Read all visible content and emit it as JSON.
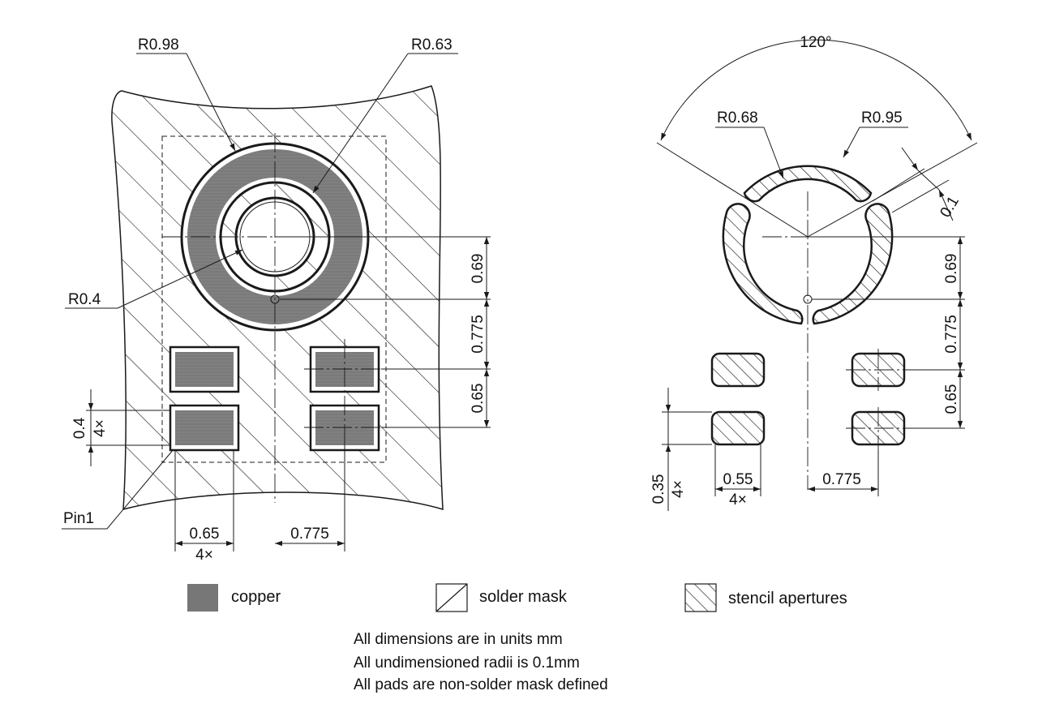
{
  "left_view": {
    "dimensions": {
      "outer_radius": "R0.98",
      "inner_radius": "R0.63",
      "hole_radius": "R0.4",
      "vert_upper": "0.69",
      "vert_middle": "0.775",
      "vert_lower": "0.65",
      "pad_height": "0.4",
      "pad_height_count": "4×",
      "pad_width": "0.65",
      "pad_width_count": "4×",
      "pad_pitch_x": "0.775",
      "pin1": "Pin1"
    }
  },
  "right_view": {
    "dimensions": {
      "angle": "120°",
      "inner_radius": "R0.68",
      "outer_radius": "R0.95",
      "gap": "0.1",
      "vert_upper": "0.69",
      "vert_middle": "0.775",
      "vert_lower": "0.65",
      "pad_height": "0.35",
      "pad_height_count": "4×",
      "pad_width": "0.55",
      "pad_width_count": "4×",
      "pad_pitch_x": "0.775"
    }
  },
  "legend": [
    {
      "label": "copper",
      "color": "#777777"
    },
    {
      "label": "solder mask"
    },
    {
      "label": "stencil apertures"
    }
  ],
  "notes": [
    "All dimensions are in units mm",
    "All undimensioned radii is 0.1mm",
    "All pads are non-solder mask defined"
  ]
}
